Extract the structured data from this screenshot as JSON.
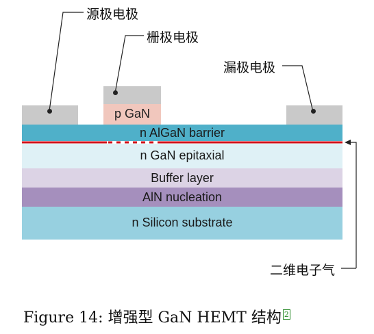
{
  "labels": {
    "source": "源极电极",
    "gate": "栅极电极",
    "drain": "漏极电极",
    "twodeg": "二维电子气"
  },
  "layers": {
    "pgan": "p GaN",
    "algan": "n  AlGaN barrier",
    "gan_epi": "n  GaN epitaxial",
    "buffer": "Buffer layer",
    "aln": "AlN nucleation",
    "si": "n  Silicon substrate"
  },
  "colors": {
    "electrode": "#c9c9c9",
    "pgan": "#f1c7bd",
    "algan": "#4fb0c9",
    "twodeg": "#d0111b",
    "gan_epi": "#dff1f6",
    "buffer": "#dcd3e5",
    "aln": "#a58fbd",
    "si": "#97d0e0"
  },
  "caption": {
    "text": "Figure 14: 增强型 GaN HEMT 结构",
    "ref": "2"
  }
}
